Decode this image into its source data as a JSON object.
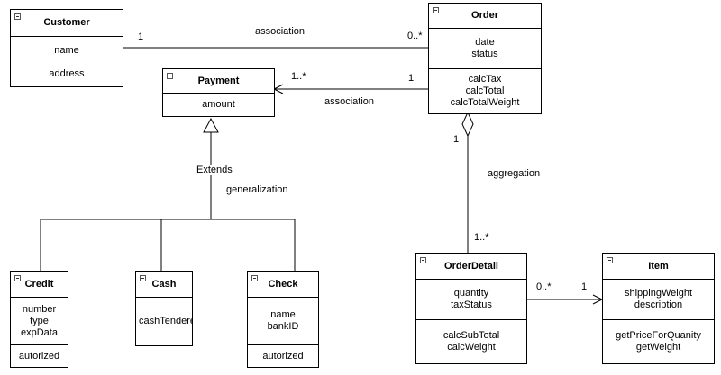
{
  "classes": {
    "customer": {
      "name": "Customer",
      "attributes": [
        "name",
        "address"
      ]
    },
    "order": {
      "name": "Order",
      "attributes": [
        "date",
        "status"
      ],
      "operations": [
        "calcTax",
        "calcTotal",
        "calcTotalWeight"
      ]
    },
    "payment": {
      "name": "Payment",
      "attributes": [
        "amount"
      ]
    },
    "credit": {
      "name": "Credit",
      "attributes": [
        "number",
        "type",
        "expData"
      ],
      "operations": [
        "autorized"
      ]
    },
    "cash": {
      "name": "Cash",
      "attributes": [
        "cashTendere"
      ]
    },
    "check": {
      "name": "Check",
      "attributes": [
        "name",
        "bankID"
      ],
      "operations": [
        "autorized"
      ]
    },
    "orderdetail": {
      "name": "OrderDetail",
      "attributes": [
        "quantity",
        "taxStatus"
      ],
      "operations": [
        "calcSubTotal",
        "calcWeight"
      ]
    },
    "item": {
      "name": "Item",
      "attributes": [
        "shippingWeight",
        "description"
      ],
      "operations": [
        "getPriceForQuanity",
        "getWeight"
      ]
    }
  },
  "relationships": {
    "customer_order": {
      "label": "association",
      "mult_customer": "1",
      "mult_order": "0..*"
    },
    "order_payment": {
      "label": "association",
      "mult_order": "1",
      "mult_payment": "1..*"
    },
    "generalization": {
      "label": "generalization",
      "stereotype": "Extends"
    },
    "order_orderdetail": {
      "label": "aggregation",
      "mult_order": "1",
      "mult_orderdetail": "1..*"
    },
    "orderdetail_item": {
      "mult_orderdetail": "0..*",
      "mult_item": "1"
    }
  }
}
